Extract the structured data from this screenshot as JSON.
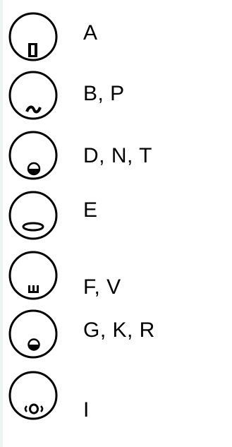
{
  "symbols": [
    {
      "icon": "circle-with-vertical-bar-icon",
      "label": "A"
    },
    {
      "icon": "circle-with-tilde-icon",
      "label": "B, P"
    },
    {
      "icon": "circle-with-semicircle-icon",
      "label": "D, N, T"
    },
    {
      "icon": "circle-with-oval-icon",
      "label": "E"
    },
    {
      "icon": "circle-with-comb-icon",
      "label": "F, V"
    },
    {
      "icon": "circle-with-small-circle-icon",
      "label": "G, K, R"
    },
    {
      "icon": "circle-with-ring-icon",
      "label": "I"
    }
  ],
  "colors": {
    "stroke": "#000000",
    "background": "#ffffff",
    "edge": "#eef4f1"
  }
}
